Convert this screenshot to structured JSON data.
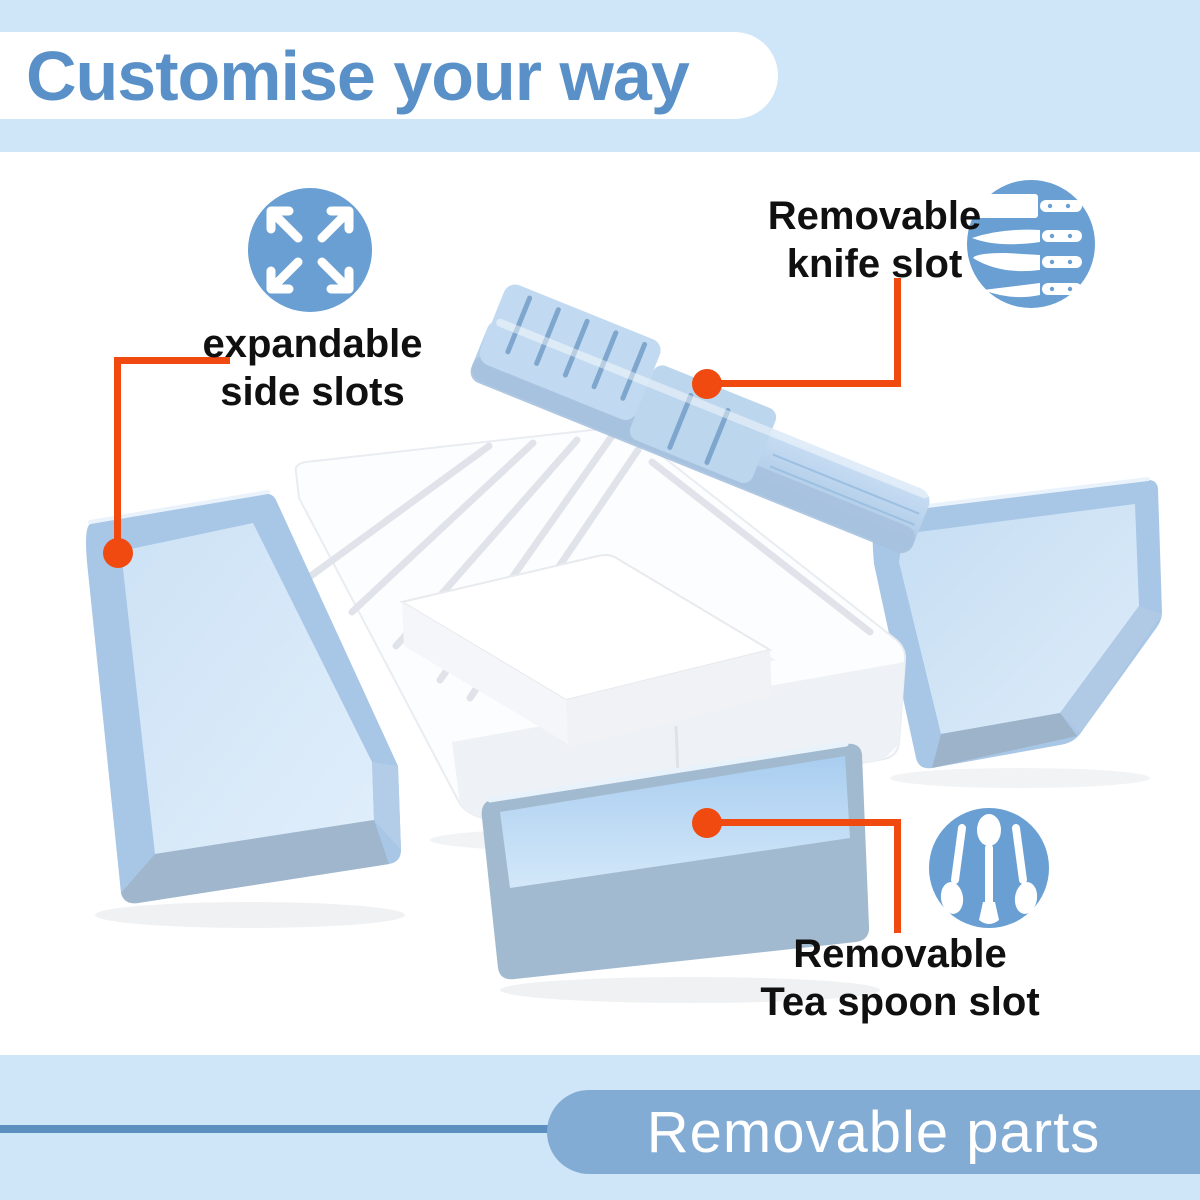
{
  "header": {
    "title": "Customise your way",
    "title_color": "#5890c7",
    "strip_color": "#cfe5f8"
  },
  "callouts": {
    "expandable": {
      "line1": "expandable",
      "line2": "side slots",
      "icon": "expand-arrows-icon"
    },
    "knife": {
      "line1": "Removable",
      "line2": "knife slot",
      "icon": "knife-set-icon"
    },
    "teaspoon": {
      "line1": "Removable",
      "line2": "Tea spoon slot",
      "icon": "tea-spoons-icon"
    }
  },
  "footer": {
    "banner_label": "Removable parts",
    "banner_color": "#83acd5",
    "line_color": "#5b8fc0"
  },
  "colors": {
    "accent_orange": "#f04a10",
    "icon_circle_blue": "#699fd2",
    "tray_blue": "#aecbe8",
    "tray_blue_light": "#cfe3f6",
    "tray_white": "#fbfcfd",
    "text_black": "#101010"
  }
}
